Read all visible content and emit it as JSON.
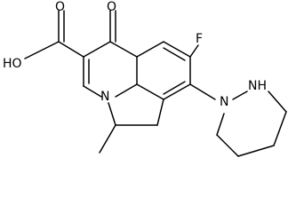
{
  "structure": {
    "atoms": {
      "hydroxyl": "HO",
      "carbonyl_oxygen": "O",
      "fluorine": "F",
      "ring_nitrogen": "N",
      "hydrazine_nitrogen_1": "N",
      "hydrazine_nitrogen_2": "N",
      "hydrazine_nh": "H"
    }
  },
  "colors": {
    "bond": "#000000",
    "label": "#000000",
    "background": "#ffffff"
  }
}
